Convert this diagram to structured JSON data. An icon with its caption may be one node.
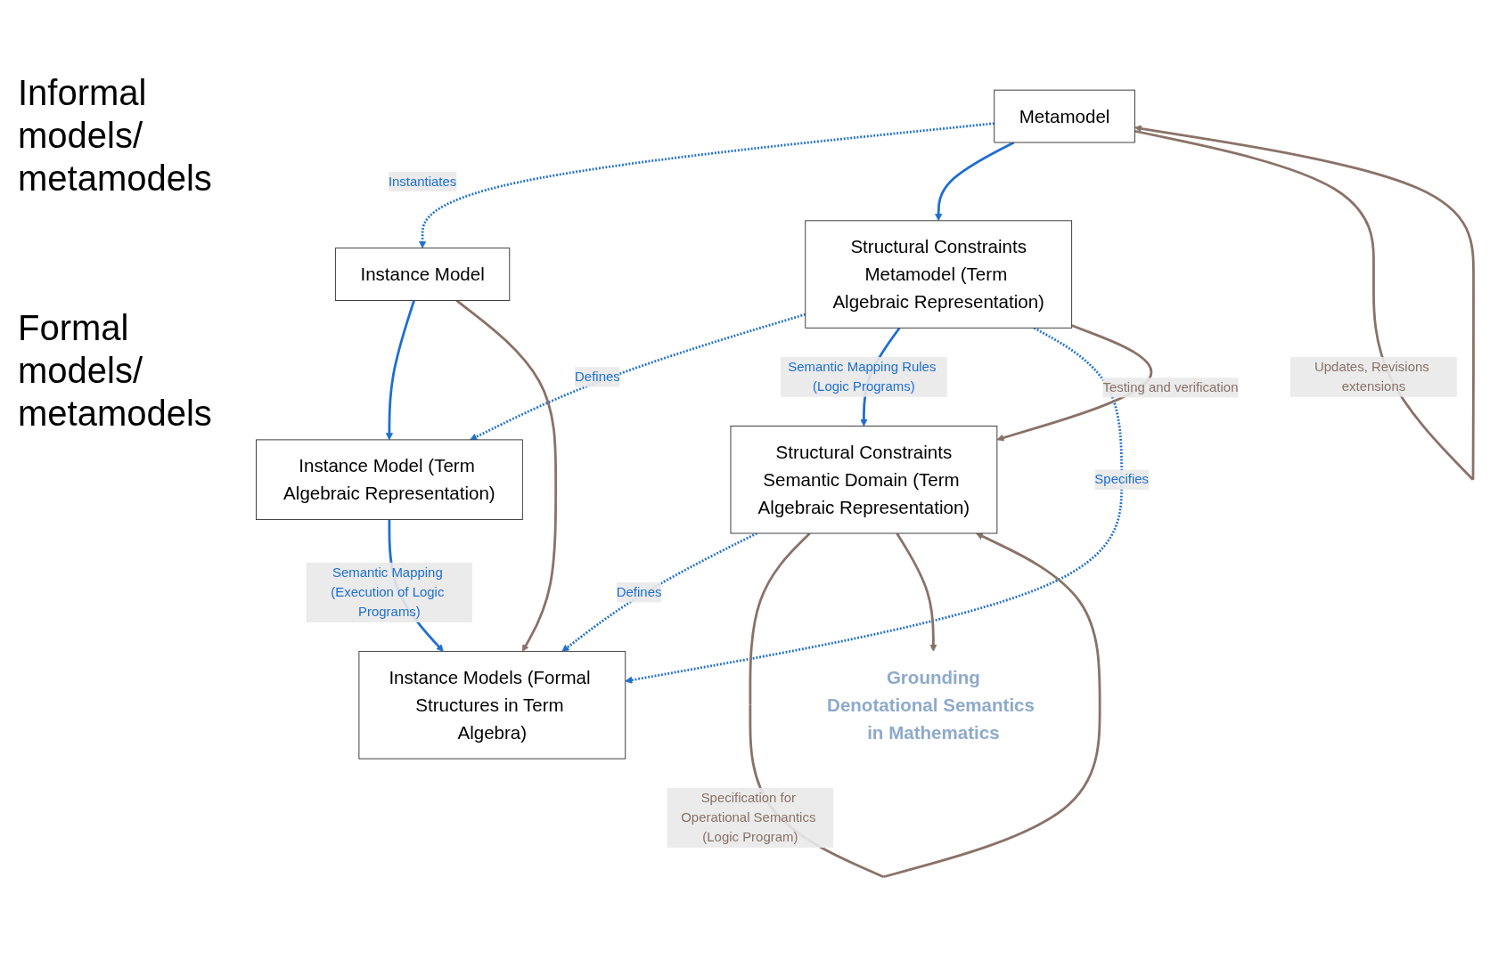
{
  "diagram": {
    "nodes": [
      {
        "text": [
          "Instance Model"
        ]
      },
      {
        "text": [
          "Metamodel"
        ]
      },
      {
        "text": [
          "Instance Model (Term Algebraic Representation)"
        ]
      },
      {
        "text": [
          "Structural Constraints",
          "Metamodel (Term Algebraic Representation)"
        ]
      },
      {
        "text": [
          "Instance Models (Formal Structures in Term Algebra)"
        ]
      },
      {
        "text": [
          "Structural Constraints",
          "Semantic Domain (Term Algebraic Representation)"
        ]
      },
      {
        "text": [
          "Grounding",
          "Denotational Semantics in Mathematics"
        ]
      }
    ],
    "edges": [
      {
        "from": 1,
        "to": 0,
        "arrow": "to",
        "label": "Instantiates",
        "style": "dashed"
      },
      {
        "from": 0,
        "to": 2,
        "arrow": "to"
      },
      {
        "from": 1,
        "to": 3,
        "arrow": "to"
      },
      {
        "from": 3,
        "to": 2,
        "arrow": "to",
        "label": "Defines",
        "style": "dashed"
      },
      {
        "from": 2,
        "to": 4,
        "arrow": "to",
        "label": "Semantic Mapping (Execution of Logic Programs)"
      },
      {
        "from": 3,
        "to": 5,
        "arrow": "to",
        "label": "Semantic Mapping Rules (Logic Programs)"
      },
      {
        "from": 3,
        "to": 4,
        "arrow": "to",
        "label": "Specifies",
        "style": "dashed"
      },
      {
        "from": 5,
        "to": 4,
        "arrow": "to",
        "label": "Defines",
        "style": "dashed"
      },
      {
        "from": 1,
        "to": 1,
        "arrow": "to",
        "label": "Updates, Revisions extensions",
        "color": "#8a7268"
      },
      {
        "from": 0,
        "to": 4,
        "arrow": "to",
        "color": "#8a7268"
      },
      {
        "from": 3,
        "to": 5,
        "arrow": "to",
        "label": "Testing and verification",
        "color": "#8a7268"
      },
      {
        "from": 5,
        "to": 5,
        "arrow": "to",
        "label": "Specification for Operational Semantics (Logic Program)",
        "color": "#8a7268"
      },
      {
        "from": 5,
        "to": 6,
        "arrow": "to",
        "color": "#8a7268"
      }
    ],
    "labels": [
      "Informal models/ metamodels",
      "Formal models/ metamodels"
    ]
  }
}
